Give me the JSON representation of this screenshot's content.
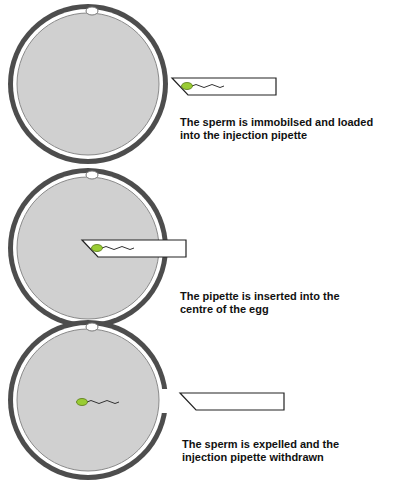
{
  "diagram": {
    "labels": [
      "The sperm is immobilsed and loaded into the injection pipette",
      "The pipette is inserted into the centre of the egg",
      "The sperm is expelled and the injection pipette withdrawn"
    ]
  }
}
